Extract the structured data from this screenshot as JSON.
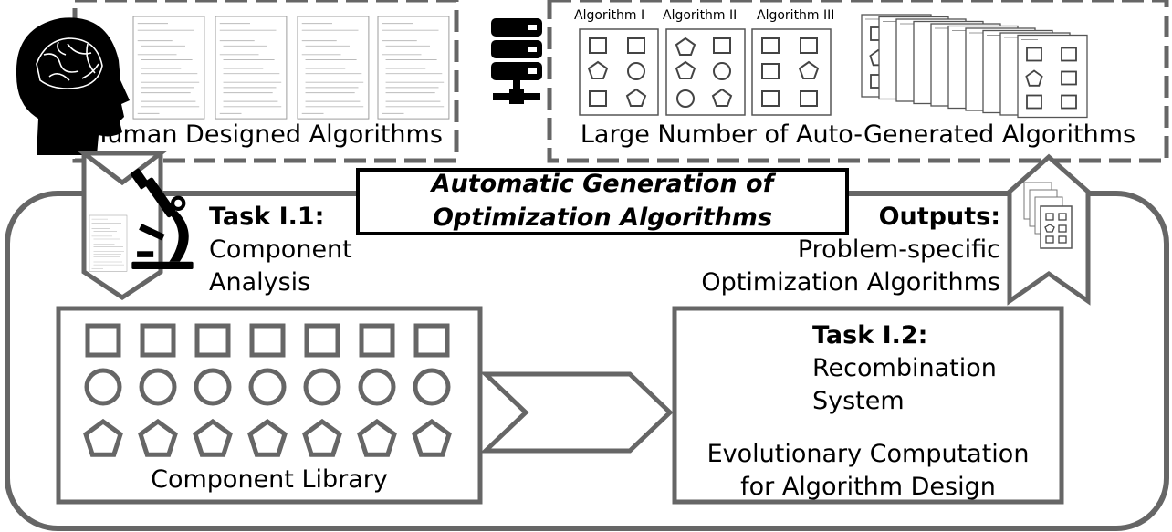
{
  "title": {
    "line1": "Automatic Generation of",
    "line2": "Optimization Algorithms"
  },
  "human_box": {
    "label": "Human Designed Algorithms"
  },
  "auto_box": {
    "label": "Large Number of Auto-Generated Algorithms",
    "algorithm_labels": [
      "Algorithm I",
      "Algorithm II",
      "Algorithm III"
    ]
  },
  "task1": {
    "heading": "Task I.1:",
    "line1": "Component",
    "line2": "Analysis"
  },
  "outputs": {
    "heading": "Outputs:",
    "line1": "Problem-specific",
    "line2": "Optimization Algorithms"
  },
  "library": {
    "label": "Component Library"
  },
  "task2": {
    "heading": "Task I.2:",
    "line1": "Recombination",
    "line2": "System",
    "caption1": "Evolutionary Computation",
    "caption2": "for Algorithm Design"
  },
  "icons": {
    "head": "brain-head-icon",
    "server": "server-icon",
    "microscope": "microscope-icon"
  },
  "colors": {
    "stroke": "#666666",
    "ink": "#000000"
  }
}
